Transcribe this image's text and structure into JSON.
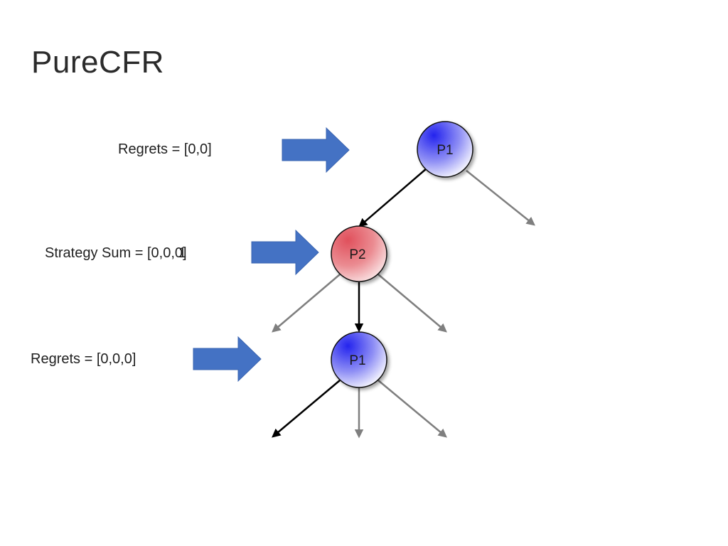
{
  "slide": {
    "title": "PureCFR"
  },
  "labels": {
    "regrets_top": "Regrets = [0,0]",
    "strategy_sum": "Strategy Sum = [0,0,0]",
    "strategy_sum_overlap_digit": "1",
    "regrets_bottom": "Regrets = [0,0,0]"
  },
  "nodes": {
    "root": {
      "label": "P1",
      "player": "P1"
    },
    "middle": {
      "label": "P2",
      "player": "P2"
    },
    "bottom": {
      "label": "P1",
      "player": "P1"
    }
  },
  "colors": {
    "p1_fill": "#3b3bf0",
    "p2_fill": "#e05560",
    "arrow_blue": "#4472c4",
    "edge_active": "#000000",
    "edge_inactive": "#7f7f7f"
  }
}
